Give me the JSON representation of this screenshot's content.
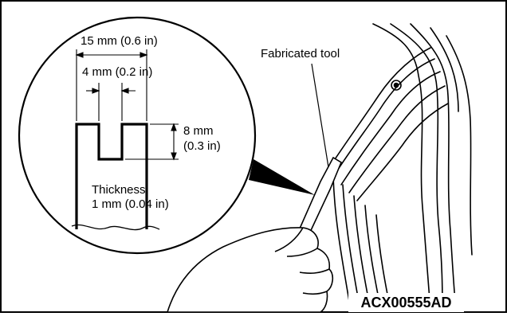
{
  "diagram": {
    "callout_dimensions": {
      "overall_width": "15 mm (0.6 in)",
      "slot_width": "4 mm (0.2 in)",
      "slot_depth_line1": "8 mm",
      "slot_depth_line2": "(0.3 in)",
      "thickness_line1": "Thickness:",
      "thickness_line2": "1 mm (0.04 in)"
    },
    "tool_label": "Fabricated tool",
    "figure_code": "ACX00555AD"
  }
}
